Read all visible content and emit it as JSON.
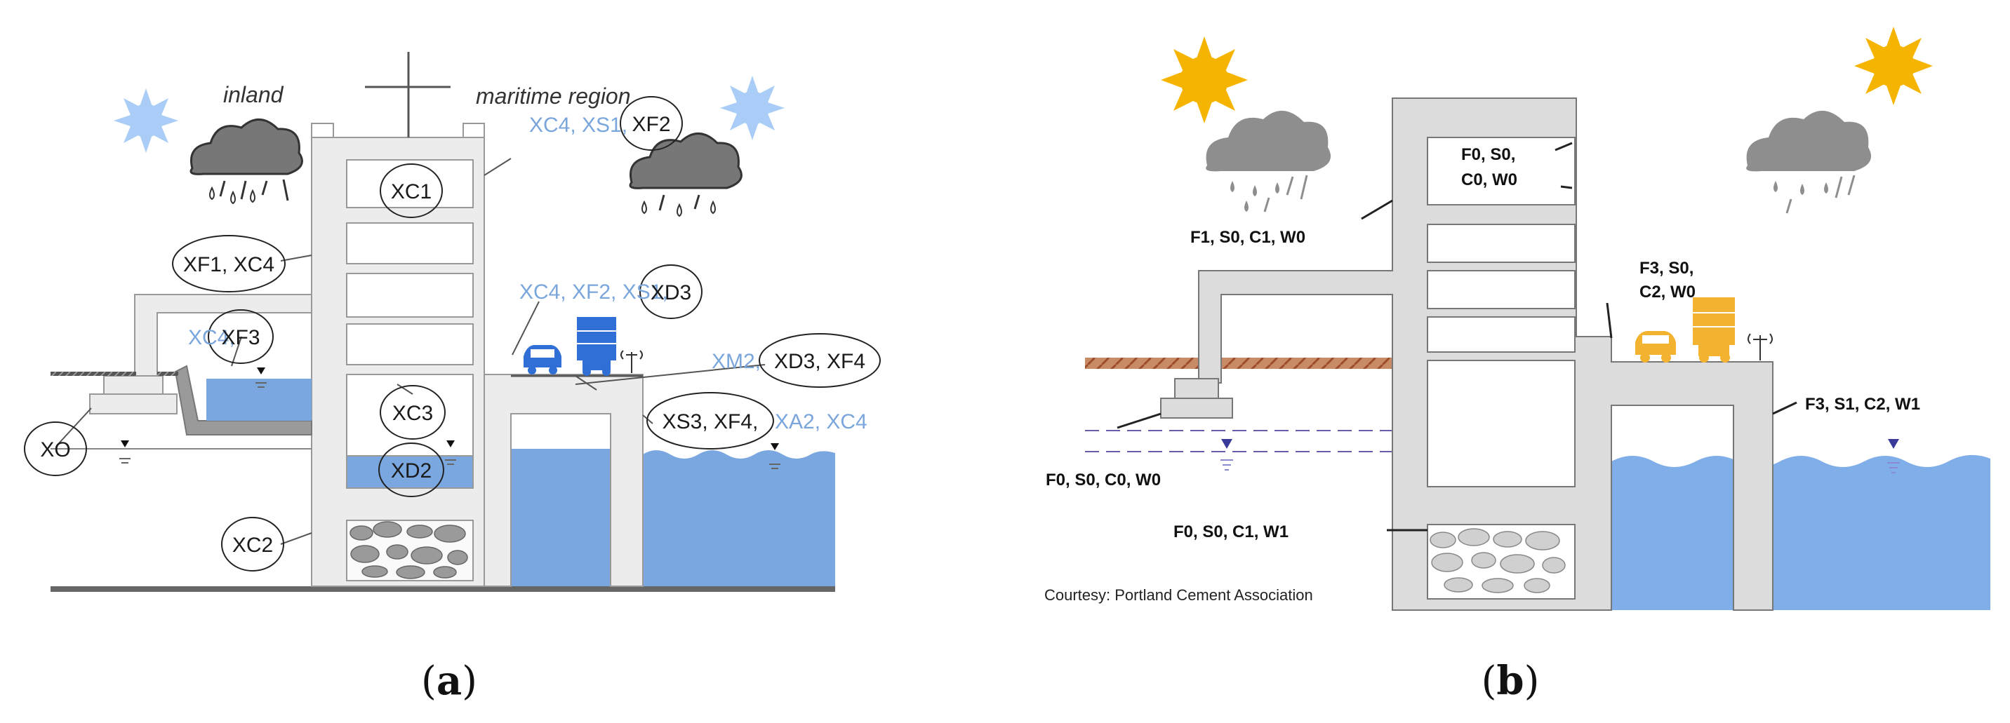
{
  "colors": {
    "concrete": "#ebebeb",
    "concrete_b": "#dcdcdc",
    "water_a": "#7aa7e0",
    "water_b": "#80aee9",
    "label_blue": "#7aa6dc",
    "sun_a": "#a9cdf6",
    "sun_b": "#f5b400",
    "cloud": "#8e8e8e",
    "car_a": "#2f6fd6",
    "car_b": "#f3b330",
    "soil": "#b9683e"
  },
  "icons": {
    "sun": "sun-icon",
    "cloud": "rain-cloud-icon",
    "car": "car-icon",
    "truck": "truck-icon",
    "antenna": "antenna-icon",
    "water_level": "water-level-marker-icon",
    "cross": "rooftop-cross-icon"
  },
  "panel_a": {
    "caption_open": "(",
    "caption_letter": "a",
    "caption_close": ")",
    "region_inland": "inland",
    "region_maritime": "maritime region",
    "labels": {
      "xc1": "XC1",
      "xc4_xs1": "XC4, XS1,",
      "xf2": "XF2",
      "xf1_xc4": "XF1, XC4",
      "xc4_xf2_xs1": "XC4, XF2, XS1,",
      "xd3_top": "XD3",
      "xc4_mid": "XC4,",
      "xf3": "XF3",
      "xm2": "XM2,",
      "xd3_xf4": "XD3, XF4",
      "xc3": "XC3",
      "xs3_xf4": "XS3, XF4,",
      "xa2_xc4": "XA2, XC4",
      "xo": "XO",
      "xd2": "XD2",
      "xc2": "XC2"
    }
  },
  "panel_b": {
    "caption_open": "(",
    "caption_letter": "b",
    "caption_close": ")",
    "credit": "Courtesy: Portland Cement Association",
    "labels": {
      "top_room_1": "F0, S0,",
      "top_room_2": "C0, W0",
      "upper_wall": "F1, S0, C1, W0",
      "side_1": "F3, S0,",
      "side_2": "C2, W0",
      "marine": "F3, S1, C2, W1",
      "footing": "F0, S0, C0, W0",
      "basement": "F0, S0, C1, W1"
    }
  }
}
